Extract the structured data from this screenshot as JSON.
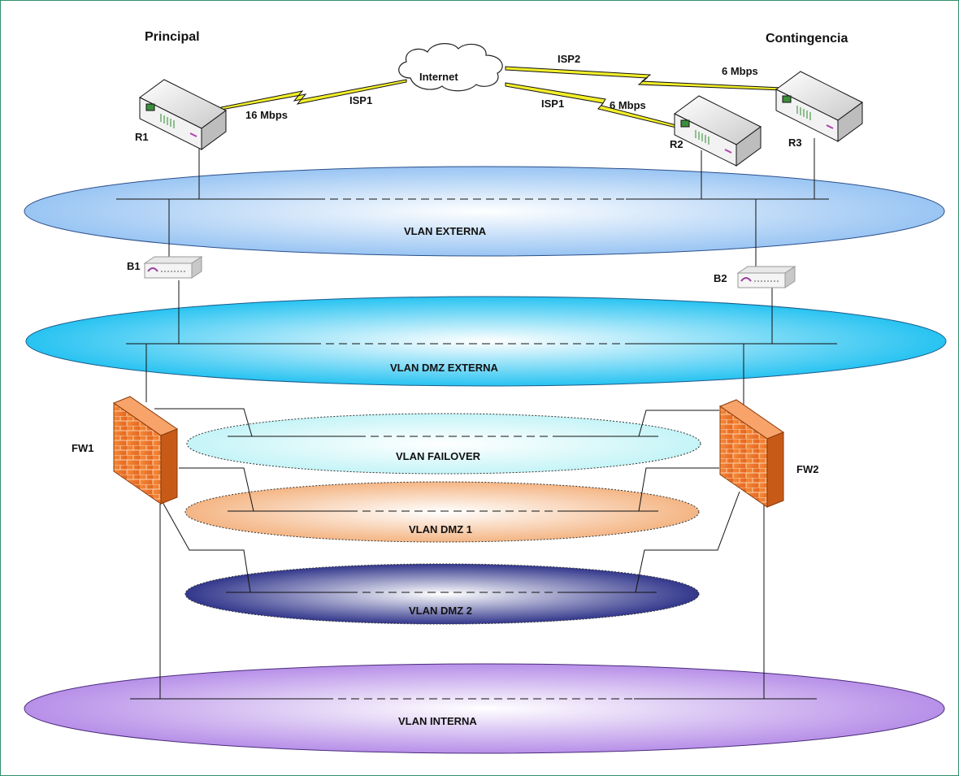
{
  "sites": {
    "main": "Principal",
    "backup": "Contingencia"
  },
  "cloud": "Internet",
  "links": {
    "r1_speed": "16 Mbps",
    "r1_isp": "ISP1",
    "r2_isp": "ISP1",
    "r2_speed": "6 Mbps",
    "r3_isp": "ISP2",
    "r3_speed": "6 Mbps"
  },
  "devices": {
    "r1": "R1",
    "r2": "R2",
    "r3": "R3",
    "b1": "B1",
    "b2": "B2",
    "fw1": "FW1",
    "fw2": "FW2"
  },
  "vlans": {
    "externa": "VLAN EXTERNA",
    "dmz_externa": "VLAN DMZ EXTERNA",
    "failover": "VLAN FAILOVER",
    "dmz1": "VLAN DMZ 1",
    "dmz2": "VLAN DMZ 2",
    "interna": "VLAN INTERNA"
  },
  "colors": {
    "externa": "#9fc9f5",
    "dmz_externa": "#27c3f0",
    "failover": "#cdf6f8",
    "dmz1": "#f5b98a",
    "dmz2": "#2a2f86",
    "interna": "#b88ce8",
    "firewall": "#f07a2e",
    "lightning": "#f3ef2a",
    "frame": "#2f8f6a"
  }
}
